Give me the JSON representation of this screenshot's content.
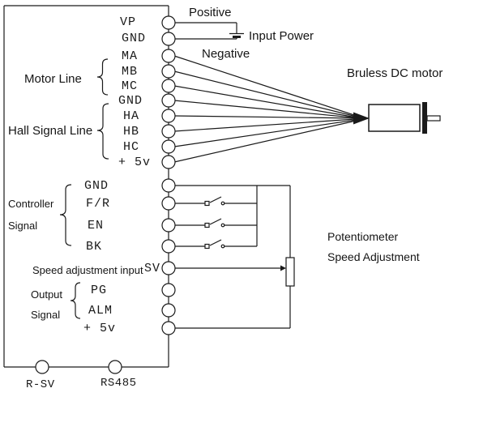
{
  "labels": {
    "positive": "Positive",
    "input_power": "Input Power",
    "negative": "Negative",
    "motor_title": "Bruless DC motor",
    "motor_line_group": "Motor Line",
    "hall_group": "Hall Signal Line",
    "controller_group_line1": "Controller",
    "controller_group_line2": "Signal",
    "speed_input": "Speed adjustment input",
    "output_group_line1": "Output",
    "output_group_line2": "Signal",
    "potentiometer_line1": "Potentiometer",
    "potentiometer_line2": "Speed Adjustment"
  },
  "pins": {
    "power": {
      "vp": "VP",
      "gnd": "GND"
    },
    "motor": {
      "ma": "MA",
      "mb": "MB",
      "mc": "MC"
    },
    "hall": {
      "gnd": "GND",
      "ha": "HA",
      "hb": "HB",
      "hc": "HC",
      "p5v": "+ 5v"
    },
    "control": {
      "gnd": "GND",
      "fr": "F/R",
      "en": "EN",
      "bk": "BK"
    },
    "speed": {
      "sv": "SV"
    },
    "output": {
      "pg": "PG",
      "alm": "ALM",
      "p5v": "+ 5v"
    },
    "comm": {
      "rsv": "R-SV",
      "rs485": "RS485"
    }
  },
  "colors": {
    "line": "#1a1a1a",
    "background": "#ffffff"
  }
}
